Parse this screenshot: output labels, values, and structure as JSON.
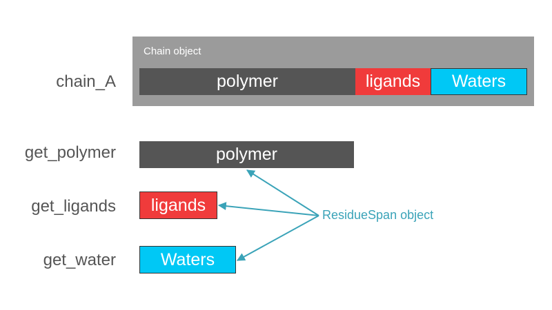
{
  "chain": {
    "title": "Chain object",
    "row_label": "chain_A",
    "segments": {
      "polymer": "polymer",
      "ligands": "ligands",
      "waters": "Waters"
    }
  },
  "getters": [
    {
      "label": "get_polymer",
      "segment": "polymer"
    },
    {
      "label": "get_ligands",
      "segment": "ligands"
    },
    {
      "label": "get_water",
      "segment": "Waters"
    }
  ],
  "callout": {
    "text": "ResidueSpan object",
    "color": "#3aa3b8"
  },
  "colors": {
    "polymer": "#555555",
    "ligands": "#f03b3b",
    "waters": "#00c8f5",
    "chain_box": "#9b9b9b"
  }
}
